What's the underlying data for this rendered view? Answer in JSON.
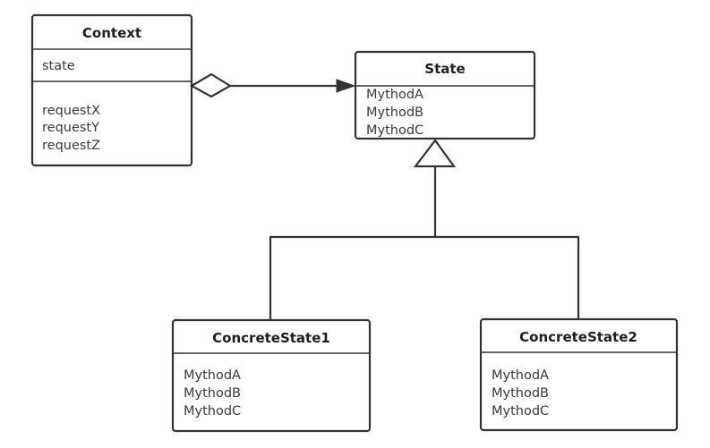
{
  "context": {
    "name": "Context",
    "attributes": [
      "state"
    ],
    "methods": [
      "requestX",
      "requestY",
      "requestZ"
    ]
  },
  "state": {
    "name": "State",
    "methods": [
      "MythodA",
      "MythodB",
      "MythodC"
    ]
  },
  "concrete1": {
    "name": "ConcreteState1",
    "methods": [
      "MythodA",
      "MythodB",
      "MythodC"
    ]
  },
  "concrete2": {
    "name": "ConcreteState2",
    "methods": [
      "MythodA",
      "MythodB",
      "MythodC"
    ]
  },
  "colors": {
    "stroke": "#333333",
    "text": "#3a3a3a",
    "background": "#ffffff"
  }
}
